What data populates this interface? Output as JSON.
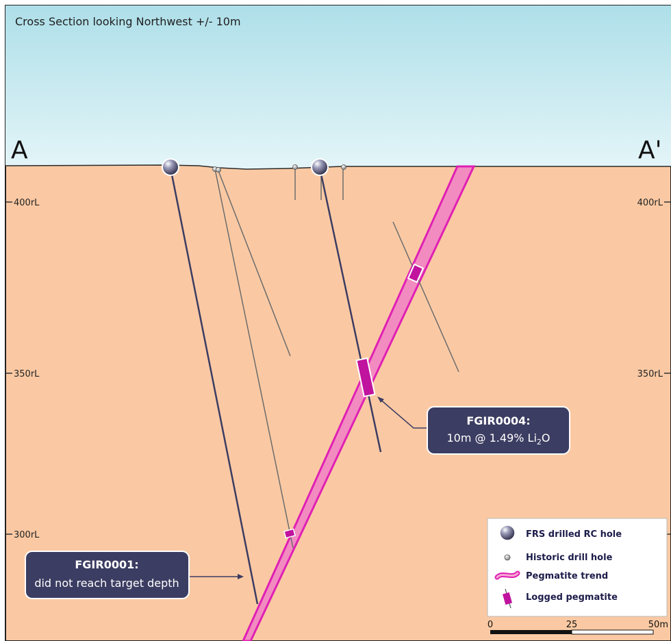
{
  "title": "Cross Section looking Northwest +/- 10m",
  "section_labels": {
    "left": "A",
    "right": "A'"
  },
  "elevation_labels": {
    "left": [
      "400rL",
      "350rL",
      "300rL"
    ],
    "right": [
      "400rL",
      "350rL"
    ]
  },
  "callouts": {
    "fgir0004": {
      "title": "FGIR0004:",
      "body_pre": "10m @ 1.49% Li",
      "body_sub": "2",
      "body_post": "O"
    },
    "fgir0001": {
      "title": "FGIR0001:",
      "body": "did not reach target depth"
    }
  },
  "legend": {
    "items": [
      {
        "icon": "frs-rc-hole-icon",
        "label": "FRS drilled RC hole"
      },
      {
        "icon": "historic-hole-icon",
        "label": "Historic drill hole"
      },
      {
        "icon": "pegmatite-trend-icon",
        "label": "Pegmatite trend"
      },
      {
        "icon": "logged-pegmatite-icon",
        "label": "Logged pegmatite"
      }
    ]
  },
  "scale_bar": {
    "ticks": [
      "0",
      "25",
      "50m"
    ]
  },
  "colors": {
    "sky": "#d3eef3",
    "ground": "#fac9a3",
    "pegmatite_fill": "#f28cc0",
    "pegmatite_edge": "#e020b4",
    "logged_pegmatite": "#c0139e",
    "frs_hole": "#3c3c62",
    "historic_hole": "#757575",
    "callout_bg": "#3c3d62"
  }
}
